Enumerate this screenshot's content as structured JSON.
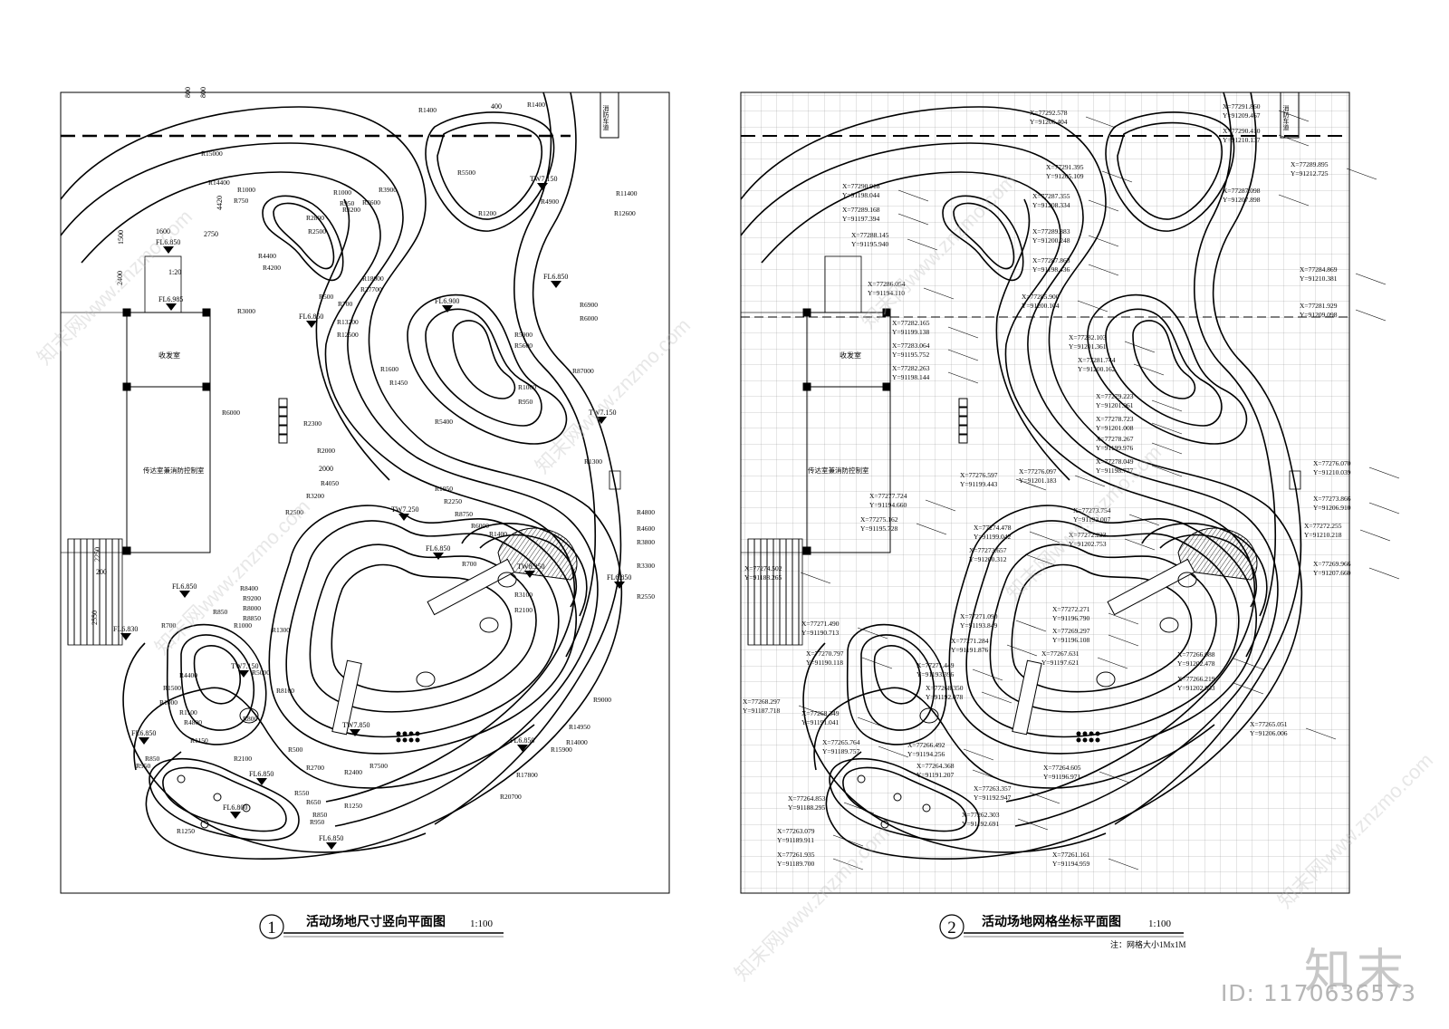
{
  "left_plan": {
    "number": "1",
    "title": "活动场地尺寸竖向平面图",
    "scale": "1:100",
    "elevations": [
      "FL6.850",
      "FL6.985",
      "FL6.850",
      "FL6.850",
      "TW7.150",
      "FL6.900",
      "TW7.150",
      "TW7.250",
      "FL6.850",
      "TW8.350",
      "FL6.850",
      "FL6.850",
      "FL6.830",
      "TW7.150",
      "TW7.850",
      "FL6.850",
      "FL6.850",
      "FL6.800",
      "FL6.850",
      "FL6.850"
    ],
    "radii": [
      "R1400",
      "R1400",
      "R14400",
      "R15000",
      "R1000",
      "R750",
      "R5500",
      "R1200",
      "R4900",
      "R11400",
      "R12600",
      "R2800",
      "R2500",
      "R3900",
      "R3600",
      "R3200",
      "R4400",
      "R4200",
      "R1000",
      "R950",
      "R18000",
      "R27700",
      "R3000",
      "R500",
      "R700",
      "R13200",
      "R12500",
      "R6900",
      "R6000",
      "R5900",
      "R5600",
      "R1600",
      "R1450",
      "R1000",
      "R950",
      "R87000",
      "R6000",
      "R2300",
      "R2000",
      "R5400",
      "R1300",
      "R4050",
      "R3200",
      "R2500",
      "R1050",
      "R2250",
      "R8750",
      "R6000",
      "R4800",
      "R1400",
      "R4600",
      "R3800",
      "R3300",
      "R2550",
      "R700",
      "R3100",
      "R2100",
      "R8400",
      "R9200",
      "R8000",
      "R8850",
      "R1300",
      "R700",
      "R850",
      "R1000",
      "R5000",
      "R4400",
      "R1500",
      "R1000",
      "R1100",
      "R800",
      "R4800",
      "R1150",
      "R850",
      "R950",
      "R1250",
      "R8100",
      "R500",
      "R2700",
      "R2400",
      "R7500",
      "R9000",
      "R14950",
      "R14000",
      "R15900",
      "R17800",
      "R20700",
      "R550",
      "R650",
      "R850",
      "R950",
      "R1250",
      "R2100"
    ],
    "dims": [
      "1600",
      "2750",
      "4420",
      "1500",
      "1:20",
      "2400",
      "2250",
      "200",
      "2550",
      "800",
      "800",
      "400",
      "2000"
    ],
    "rooms": [
      "收发室",
      "传达室兼消防控制室"
    ],
    "label_box": "消防车道"
  },
  "right_plan": {
    "number": "2",
    "title": "活动场地网格坐标平面图",
    "scale": "1:100",
    "note": "注：网格大小1Mx1M",
    "rooms": [
      "收发室",
      "传达室兼消防控制室"
    ],
    "label_box": "消防车道",
    "coords": [
      [
        "X=77292.578",
        "Y=91206.404"
      ],
      [
        "X=77291.860",
        "Y=91209.467"
      ],
      [
        "X=77290.410",
        "Y=91210.137"
      ],
      [
        "X=77291.395",
        "Y=91205.109"
      ],
      [
        "X=77289.895",
        "Y=91212.725"
      ],
      [
        "X=77290.918",
        "Y=91198.044"
      ],
      [
        "X=77287.355",
        "Y=91208.334"
      ],
      [
        "X=77287.098",
        "Y=91207.898"
      ],
      [
        "X=77289.168",
        "Y=91197.394"
      ],
      [
        "X=77288.145",
        "Y=91195.940"
      ],
      [
        "X=77289.883",
        "Y=91200.248"
      ],
      [
        "X=77287.863",
        "Y=91198.436"
      ],
      [
        "X=77284.869",
        "Y=91210.381"
      ],
      [
        "X=77286.054",
        "Y=91194.110"
      ],
      [
        "X=77285.900",
        "Y=91200.104"
      ],
      [
        "X=77281.929",
        "Y=91209.098"
      ],
      [
        "X=77282.165",
        "Y=91199.138"
      ],
      [
        "X=77282.103",
        "Y=91201.361"
      ],
      [
        "X=77283.064",
        "Y=91195.752"
      ],
      [
        "X=77281.744",
        "Y=91200.162"
      ],
      [
        "X=77282.263",
        "Y=91198.144"
      ],
      [
        "X=77279.223",
        "Y=91201.961"
      ],
      [
        "X=77278.723",
        "Y=91201.008"
      ],
      [
        "X=77278.267",
        "Y=91199.976"
      ],
      [
        "X=77278.049",
        "Y=91198.777"
      ],
      [
        "X=77276.070",
        "Y=91210.039"
      ],
      [
        "X=77276.597",
        "Y=91199.443"
      ],
      [
        "X=77276.097",
        "Y=91201.183"
      ],
      [
        "X=77277.724",
        "Y=91194.660"
      ],
      [
        "X=77273.866",
        "Y=91206.910"
      ],
      [
        "X=77273.754",
        "Y=91193.007"
      ],
      [
        "X=77275.162",
        "Y=91195.728"
      ],
      [
        "X=77272.255",
        "Y=91210.218"
      ],
      [
        "X=77274.478",
        "Y=91199.042"
      ],
      [
        "X=77272.223",
        "Y=91202.753"
      ],
      [
        "X=77274.502",
        "Y=91188.265"
      ],
      [
        "X=77273.657",
        "Y=91200.312"
      ],
      [
        "X=77269.966",
        "Y=91207.660"
      ],
      [
        "X=77272.271",
        "Y=91196.790"
      ],
      [
        "X=77271.090",
        "Y=91193.849"
      ],
      [
        "X=77271.490",
        "Y=91190.713"
      ],
      [
        "X=77269.297",
        "Y=91196.108"
      ],
      [
        "X=77271.284",
        "Y=91191.876"
      ],
      [
        "X=77270.797",
        "Y=91190.118"
      ],
      [
        "X=77267.631",
        "Y=91197.621"
      ],
      [
        "X=77271.449",
        "Y=91193.396"
      ],
      [
        "X=77266.088",
        "Y=91202.478"
      ],
      [
        "X=77266.219",
        "Y=91202.853"
      ],
      [
        "X=77268.350",
        "Y=91192.078"
      ],
      [
        "X=77268.297",
        "Y=91187.718"
      ],
      [
        "X=77268.349",
        "Y=91191.041"
      ],
      [
        "X=77265.051",
        "Y=91206.006"
      ],
      [
        "X=77265.764",
        "Y=91189.757"
      ],
      [
        "X=77266.492",
        "Y=91194.256"
      ],
      [
        "X=77264.368",
        "Y=91191.207"
      ],
      [
        "X=77264.605",
        "Y=91196.971"
      ],
      [
        "X=77263.357",
        "Y=91192.947"
      ],
      [
        "X=77264.853",
        "Y=91188.295"
      ],
      [
        "X=77262.303",
        "Y=91192.691"
      ],
      [
        "X=77263.079",
        "Y=91189.911"
      ],
      [
        "X=77261.161",
        "Y=91194.959"
      ],
      [
        "X=77261.935",
        "Y=91189.700"
      ]
    ]
  },
  "watermarks": [
    "知末网www.znzmo.com"
  ],
  "brand": "知末",
  "image_id": "ID: 1170636573"
}
